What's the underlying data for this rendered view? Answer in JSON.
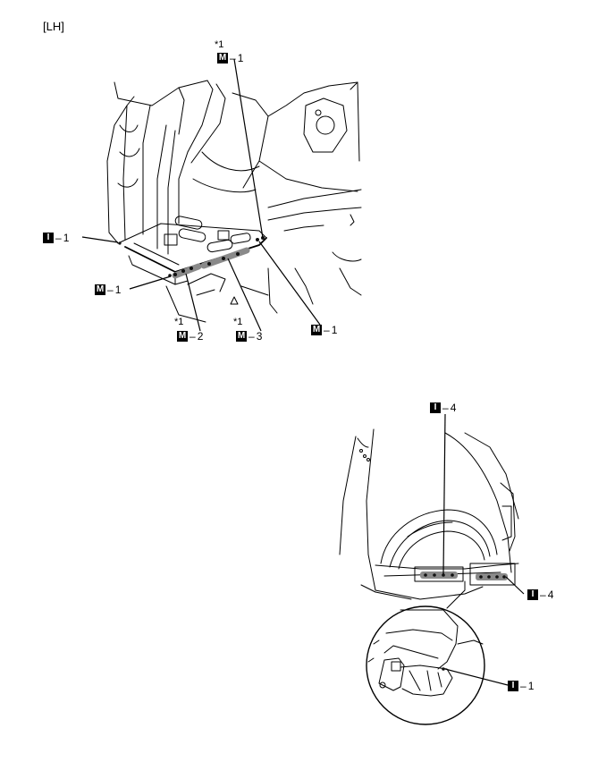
{
  "header": {
    "side": "[LH]"
  },
  "callouts": {
    "c_m1_top": {
      "star": "*1",
      "symbol": "M",
      "sep": "–",
      "count": "1"
    },
    "c_i1_left": {
      "symbol": "I",
      "sep": "–",
      "count": "1"
    },
    "c_m1_left": {
      "symbol": "M",
      "sep": "–",
      "count": "1"
    },
    "c_m2": {
      "star": "*1",
      "symbol": "M",
      "sep": "–",
      "count": "2"
    },
    "c_m3": {
      "star": "*1",
      "symbol": "M",
      "sep": "–",
      "count": "3"
    },
    "c_m1_right": {
      "symbol": "M",
      "sep": "–",
      "count": "1"
    },
    "c_i4_top": {
      "symbol": "I",
      "sep": "–",
      "count": "4"
    },
    "c_i4_right": {
      "symbol": "I",
      "sep": "–",
      "count": "4"
    },
    "c_i1_bottom": {
      "symbol": "I",
      "sep": "–",
      "count": "1"
    }
  },
  "colors": {
    "line": "#000000",
    "weld_band": "#8a8a8a",
    "weld_dot": "#111111"
  }
}
